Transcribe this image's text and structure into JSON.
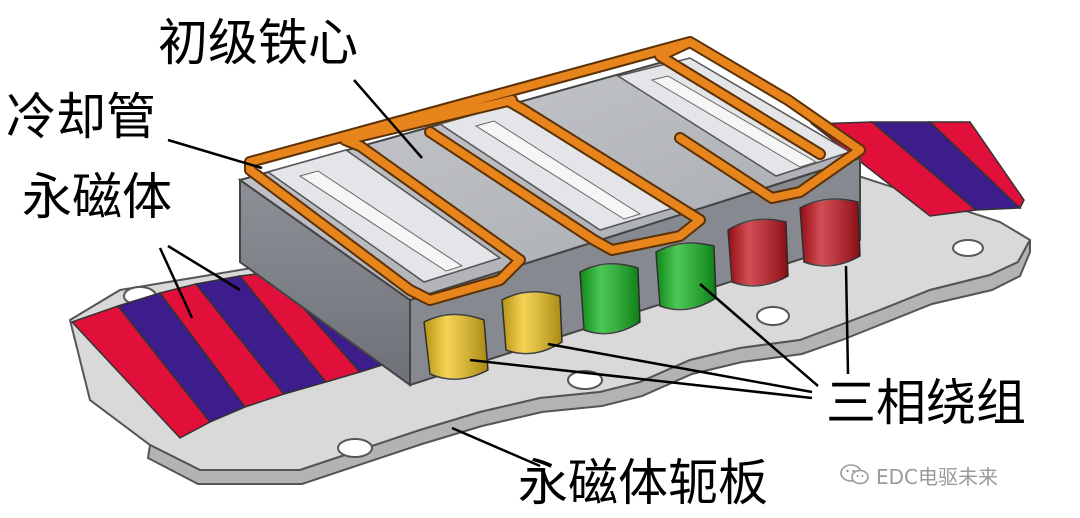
{
  "labels": {
    "primary_core": "初级铁心",
    "cooling_pipe": "冷却管",
    "permanent_magnet": "永磁体",
    "three_phase_winding": "三相绕组",
    "magnet_yoke": "永磁体轭板"
  },
  "watermark": {
    "text": "EDC电驱未来",
    "icon": "wechat-icon"
  },
  "colors": {
    "magnet_red": "#e0103a",
    "magnet_purple": "#3d1d8c",
    "winding_yellow": "#f0c41c",
    "winding_green": "#12b51e",
    "winding_red": "#c4121c",
    "pipe_orange": "#e8841c",
    "core_gray": "#a9abb0",
    "yoke_gray": "#d8d8d8"
  }
}
